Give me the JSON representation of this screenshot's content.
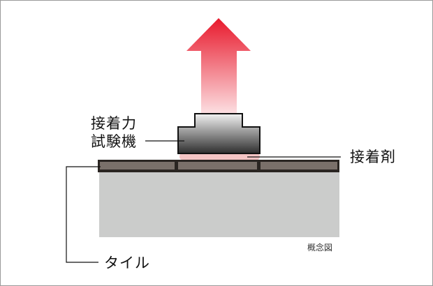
{
  "labels": {
    "tester_line1": "接着力",
    "tester_line2": "試験機",
    "adhesive": "接着剤",
    "tile": "タイル",
    "caption": "概念図"
  },
  "colors": {
    "arrow_top": "#e8192c",
    "arrow_bottom": "#fde8ea",
    "tester_top": "#f2f2f2",
    "tester_bottom": "#2e2e2e",
    "adhesive": "#f4c4c4",
    "tile_fill": "#7a706a",
    "tile_frame": "#2a2522",
    "substrate": "#cbcccb",
    "leader_line": "#111111"
  },
  "icons": {
    "arrow": "pull-up-arrow",
    "tester": "adhesion-tester-shape"
  }
}
